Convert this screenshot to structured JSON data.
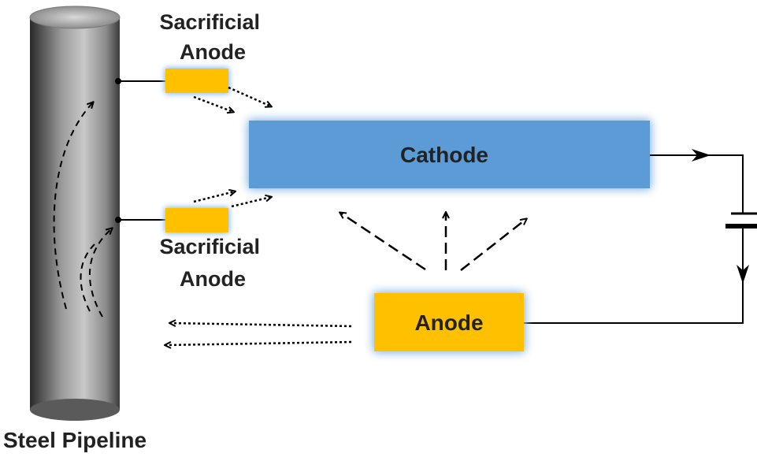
{
  "labels": {
    "sacrificial_anode_top": [
      "Sacrificial",
      "Anode"
    ],
    "sacrificial_anode_bottom": [
      "Sacrificial",
      "Anode"
    ],
    "cathode": "Cathode",
    "anode": "Anode",
    "pipeline": "Steel Pipeline"
  },
  "colors": {
    "cathode_fill": "#5b9bd5",
    "anode_fill": "#ffc000",
    "glow": "#9dc3e6",
    "line": "#000000",
    "text": "#222222"
  }
}
